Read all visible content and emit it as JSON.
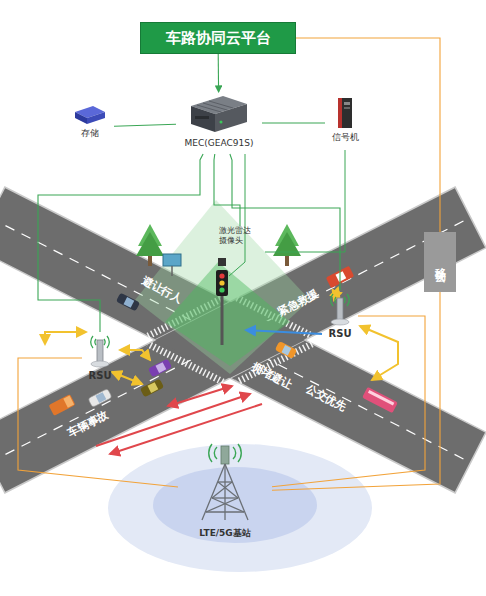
{
  "diagram": {
    "nodes": [
      {
        "text": [
          "车路协同云平台"
        ]
      },
      {
        "text": [
          "存储"
        ]
      },
      {
        "text": [
          "MEC(GEAC91S)"
        ]
      },
      {
        "text": [
          "信号机"
        ]
      },
      {
        "text": [
          "移动云"
        ]
      },
      {
        "text": [
          "激光雷达 摄像头"
        ]
      },
      {
        "text": [
          "RSU"
        ]
      },
      {
        "text": [
          "RSU"
        ]
      },
      {
        "text": [
          "LTE/5G基站"
        ]
      }
    ],
    "edges": [
      {
        "from": 0,
        "to": 2,
        "arrow": "to"
      },
      {
        "from": 2,
        "to": 1,
        "arrow": "none"
      },
      {
        "from": 2,
        "to": 3,
        "arrow": "none"
      },
      {
        "from": 0,
        "to": 4,
        "arrow": "none"
      },
      {
        "from": 2,
        "to": 5,
        "arrow": "none"
      },
      {
        "from": 2,
        "to": 7,
        "arrow": "none"
      },
      {
        "from": 2,
        "to": 6,
        "arrow": "none"
      },
      {
        "from": 4,
        "to": 8,
        "arrow": "none"
      },
      {
        "from": 6,
        "to": 8,
        "arrow": "none"
      },
      {
        "from": 8,
        "to": 7,
        "arrow": "none"
      }
    ],
    "labels": [
      "避让行人",
      "紧急救援",
      "车辆事故",
      "拥堵避让",
      "公交优先"
    ]
  }
}
